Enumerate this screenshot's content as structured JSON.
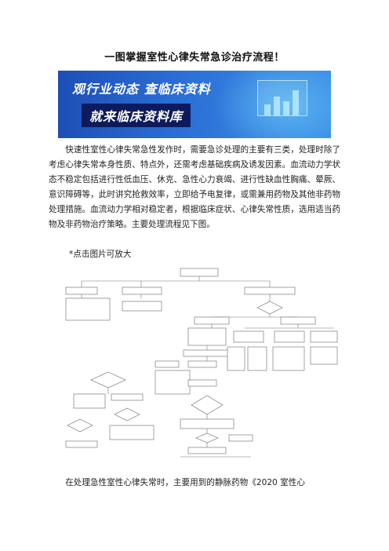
{
  "document": {
    "title": "一图掌握室性心律失常急诊治疗流程！",
    "banner": {
      "line1": "观行业动态  查临床资料",
      "line2": "就来临床资料库"
    },
    "paragraph1": "快速性室性心律失常急性发作时，需要急诊处理的主要有三类，处理时除了考虑心律失常本身性质、特点外，还需考虑基础疾病及诱发因素。血流动力学状态不稳定包括进行性低血压、休克、急性心力衰竭、进行性缺血性胸痛、晕厥、意识障碍等，此时讲究抢救效率，立即给予电复律，或需兼用药物及其他非药物处理措施。血流动力学相对稳定者，根据临床症状、心律失常性质，选用适当药物及非药物治疗策略。主要处理流程见下图。",
    "image_hint": "*点击图片可放大",
    "paragraph2": "在处理急性室性心律失常时，主要用到的静脉药物《2020 室性心"
  }
}
